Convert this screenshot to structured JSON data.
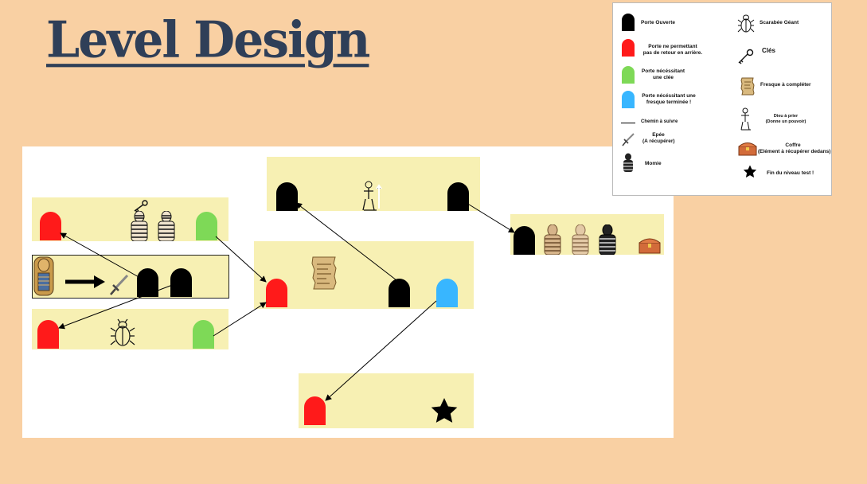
{
  "title": "Level Design",
  "colors": {
    "background": "#f9d0a3",
    "board": "#ffffff",
    "room": "#f7f0b3",
    "door_open": "#000000",
    "door_no_return": "#ff1a1a",
    "door_key": "#7ed957",
    "door_fresco": "#38b6ff",
    "title": "#2f3f58"
  },
  "legend": {
    "porte_ouverte": "Porte Ouverte",
    "porte_retour_line1": "Porte ne permettant",
    "porte_retour_line2": "pas de retour en arrière.",
    "porte_cle_line1": "Porte nécéssitant",
    "porte_cle_line2": "une clée",
    "porte_fresque_line1": "Porte nécéssitant une",
    "porte_fresque_line2": "fresque terminée !",
    "chemin": "Chemin à suivre",
    "epee_line1": "Epée",
    "epee_line2": "(A récupérer)",
    "momie": "Momie",
    "scarabee": "Scarabée Géant",
    "cles": "Clés",
    "fresque": "Fresque à compléter",
    "dieu_line1": "Dieu à prier",
    "dieu_line2": "(Donne un pouvoir)",
    "coffre_line1": "Coffre",
    "coffre_line2": "(Elément à récupérer dedans)",
    "fin": "Fin du niveau test !"
  },
  "icons": [
    "door-icon",
    "scarab-icon",
    "key-icon",
    "fresco-icon",
    "god-statue-icon",
    "chest-icon",
    "star-icon",
    "sword-icon",
    "mummy-icon",
    "arrow-right-icon",
    "sarcophagus-icon"
  ]
}
